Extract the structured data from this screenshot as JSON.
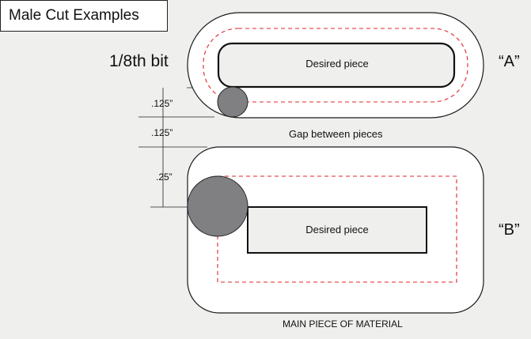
{
  "title": "Male Cut Examples",
  "bit_label": "1/8th bit",
  "example_a": {
    "label": "“A”",
    "piece_label": "Desired piece"
  },
  "example_b": {
    "label": "“B”",
    "piece_label": "Desired piece",
    "material_label": "MAIN PIECE OF MATERIAL"
  },
  "gap_label": "Gap between pieces",
  "dimensions": [
    ".125”",
    ".125”",
    ".25”"
  ],
  "colors": {
    "background": "#efefee",
    "material": "#ffffff",
    "piece": "#efefee",
    "cut_path": "#e0262b",
    "bit": "#808083",
    "outline": "#1a1a1a"
  }
}
